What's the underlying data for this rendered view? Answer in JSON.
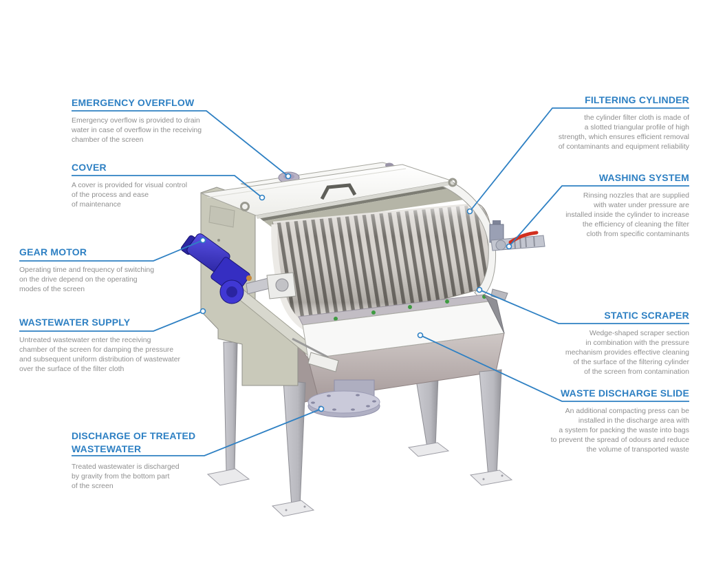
{
  "theme": {
    "background": "#ffffff",
    "accent_blue": "#2e80c3",
    "body_text_gray": "#8f8f8f",
    "marker_style": "open-circle",
    "machine_colors": {
      "motor_blue": "#3f38d8",
      "drum_stripe_dark": "#73706b",
      "drum_stripe_light": "#d8d4cf",
      "panel_khaki": "#c9c9ba",
      "lower_body_taupe": "#b7aeae",
      "cover_white": "#fcfcfb",
      "valve_handle_red": "#d2301f",
      "scraper_dot_green": "#3f9b42",
      "flange_lavender": "#c9c9da"
    }
  },
  "callouts": {
    "left": [
      {
        "id": "emergency-overflow",
        "title": "EMERGENCY OVERFLOW",
        "description": "Emergency overflow is provided to drain\nwater in case of overflow in the receiving\nchamber of the screen"
      },
      {
        "id": "cover",
        "title": "COVER",
        "description": "A cover is provided for visual control\nof the process and ease\nof maintenance"
      },
      {
        "id": "gear-motor",
        "title": "GEAR MOTOR",
        "description": "Operating time and frequency of switching\non the drive depend on the operating\nmodes of the screen"
      },
      {
        "id": "wastewater-supply",
        "title": "WASTEWATER SUPPLY",
        "description": "Untreated wastewater enter the receiving\nchamber of the screen for damping the pressure\nand subsequent uniform distribution of wastewater\nover the surface of the filter cloth"
      },
      {
        "id": "discharge-of-treated-wastewater",
        "title": "DISCHARGE OF TREATED\nWASTEWATER",
        "description": "Treated wastewater is discharged\nby gravity from the bottom part\nof the screen"
      }
    ],
    "right": [
      {
        "id": "filtering-cylinder",
        "title": "FILTERING CYLINDER",
        "description": "the cylinder filter cloth is made of\na slotted triangular profile of high\nstrength, which ensures efficient removal\nof contaminants and equipment reliability"
      },
      {
        "id": "washing-system",
        "title": "WASHING SYSTEM",
        "description": "Rinsing nozzles that are supplied\nwith water under pressure are\ninstalled inside the cylinder to increase\nthe efficiency of cleaning the filter\ncloth from specific contaminants"
      },
      {
        "id": "static-scraper",
        "title": "STATIC SCRAPER",
        "description": "Wedge-shaped scraper section\nin combination with the pressure\nmechanism provides effective cleaning\nof the surface of the filtering cylinder\nof the screen from contamination"
      },
      {
        "id": "waste-discharge-slide",
        "title": "WASTE DISCHARGE SLIDE",
        "description": "An additional compacting press can be\ninstalled in the discharge area with\na system for packing the waste into bags\nto prevent the spread of odours and reduce\nthe volume of transported waste"
      }
    ]
  }
}
